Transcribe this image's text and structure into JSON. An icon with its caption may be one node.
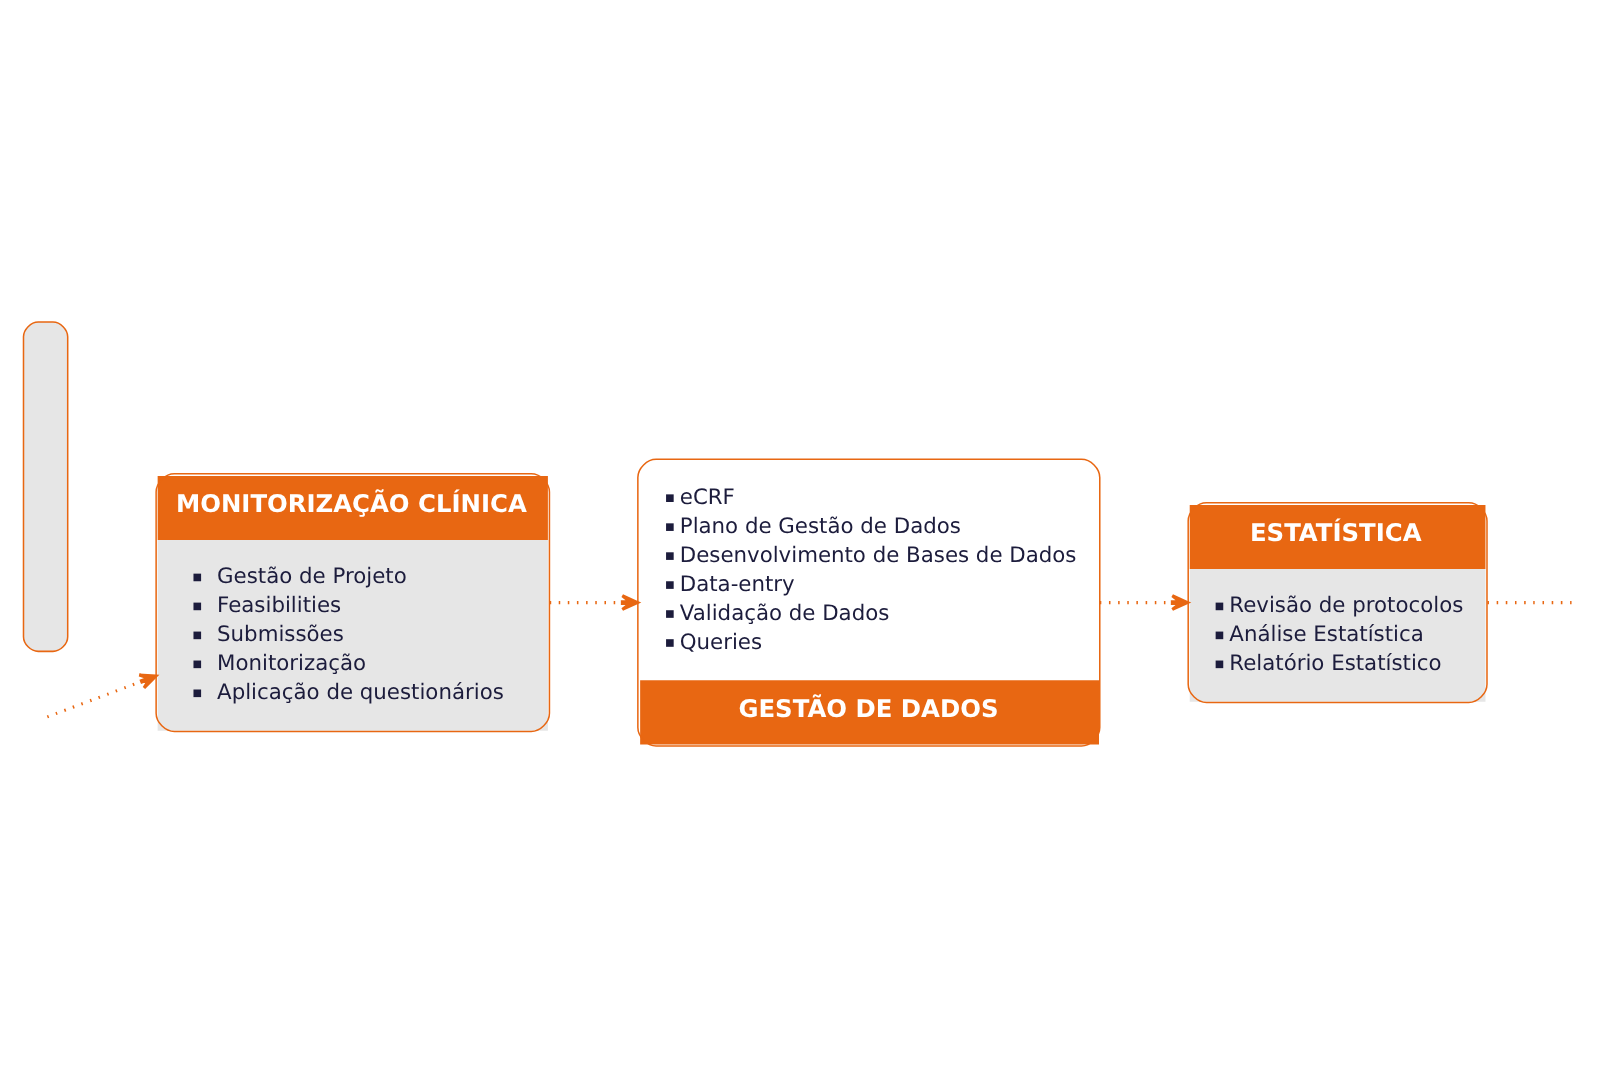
{
  "diagram": {
    "nodes": [
      {
        "text": [],
        "shape": "box"
      },
      {
        "text": [
          "MONITORIZAÇÃO CLÍNICA",
          "Gestão de Projeto",
          "Feasibilities",
          "Submissões",
          "Monitorização",
          "Aplicação de questionários"
        ]
      },
      {
        "text": [
          "eCRF",
          "Plano de Gestão de Dados",
          "Desenvolvimento de Bases de Dados",
          "Data-entry",
          "Validação de Dados",
          "Queries",
          "GESTÃO DE DADOS"
        ]
      },
      {
        "text": [
          "ESTATÍSTICA",
          "Revisão de protocolos",
          "Análise Estatística",
          "Relatório Estatístico"
        ]
      }
    ],
    "edges": [
      {
        "from": null,
        "to": 1,
        "arrow": "to"
      },
      {
        "from": 1,
        "to": 2,
        "arrow": "to"
      },
      {
        "from": 2,
        "to": 3,
        "arrow": "to"
      },
      {
        "from": 3,
        "to": null,
        "arrow": "none"
      }
    ]
  }
}
